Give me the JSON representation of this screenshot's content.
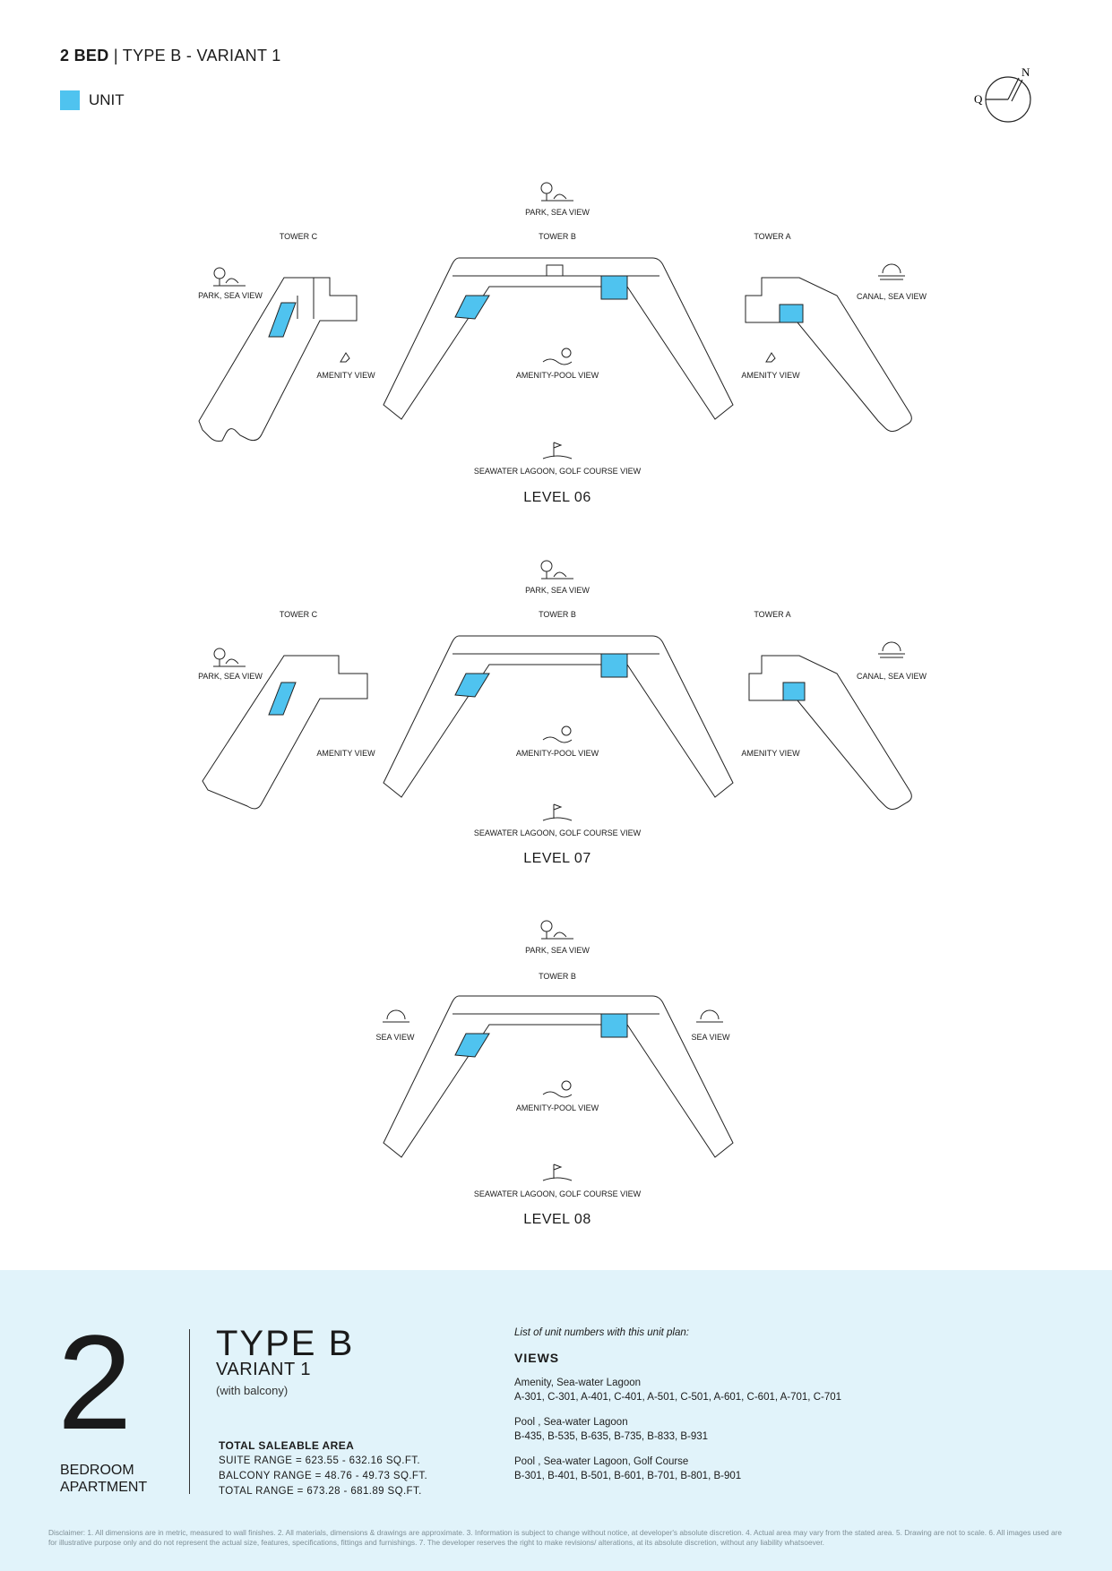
{
  "header": {
    "title_bold": "2 BED",
    "title_rest": " | TYPE B - VARIANT 1"
  },
  "legend": {
    "label": "UNIT",
    "color": "#4fc3ef"
  },
  "compass": {
    "north": "N",
    "q": "Q"
  },
  "levels": [
    {
      "name": "LEVEL 06",
      "top_view": "PARK, SEA VIEW",
      "bottom_view": "SEAWATER LAGOON, GOLF COURSE VIEW",
      "center_view": "AMENITY-POOL VIEW",
      "towers": {
        "c": "TOWER C",
        "b": "TOWER B",
        "a": "TOWER A"
      },
      "left_view": "PARK, SEA VIEW",
      "right_view": "CANAL, SEA VIEW",
      "left_amenity": "AMENITY VIEW",
      "right_amenity": "AMENITY VIEW"
    },
    {
      "name": "LEVEL 07",
      "top_view": "PARK, SEA VIEW",
      "bottom_view": "SEAWATER LAGOON, GOLF COURSE VIEW",
      "center_view": "AMENITY-POOL VIEW",
      "towers": {
        "c": "TOWER C",
        "b": "TOWER B",
        "a": "TOWER A"
      },
      "left_view": "PARK, SEA VIEW",
      "right_view": "CANAL, SEA VIEW",
      "left_amenity": "AMENITY VIEW",
      "right_amenity": "AMENITY VIEW"
    },
    {
      "name": "LEVEL 08",
      "top_view": "PARK, SEA VIEW",
      "bottom_view": "SEAWATER LAGOON, GOLF COURSE VIEW",
      "center_view": "AMENITY-POOL VIEW",
      "towers": {
        "b": "TOWER B"
      },
      "left_view": "SEA VIEW",
      "right_view": "SEA VIEW"
    }
  ],
  "summary": {
    "number": "2",
    "bedroom_line1": "BEDROOM",
    "bedroom_line2": "APARTMENT",
    "type": "TYPE B",
    "variant": "VARIANT 1",
    "with_balcony": "(with balcony)",
    "area_heading": "TOTAL SALEABLE AREA",
    "suite_range": "SUITE RANGE = 623.55 - 632.16 SQ.FT.",
    "balcony_range": "BALCONY RANGE = 48.76 - 49.73 SQ.FT.",
    "total_range": "TOTAL RANGE = 673.28 - 681.89 SQ.FT."
  },
  "unit_list": {
    "intro": "List of unit numbers with this unit plan:",
    "heading": "VIEWS",
    "groups": [
      {
        "title": "Amenity, Sea-water Lagoon",
        "units": "A-301, C-301, A-401, C-401, A-501, C-501, A-601, C-601, A-701, C-701"
      },
      {
        "title": "Pool , Sea-water Lagoon",
        "units": "B-435, B-535, B-635, B-735, B-833, B-931"
      },
      {
        "title": "Pool , Sea-water Lagoon, Golf Course",
        "units": "B-301, B-401, B-501, B-601, B-701, B-801, B-901"
      }
    ]
  },
  "disclaimer": "Disclaimer: 1. All dimensions are in metric, measured to wall finishes. 2. All materials, dimensions & drawings are approximate. 3. Information is subject to change without notice, at developer's absolute discretion. 4. Actual area may vary from the stated area. 5. Drawing are not to scale. 6. All images used are for illustrative purpose only and do not represent the actual size, features, specifications, fittings and furnishings. 7. The developer reserves the right to make revisions/ alterations, at its absolute discretion, without any liability whatsoever."
}
